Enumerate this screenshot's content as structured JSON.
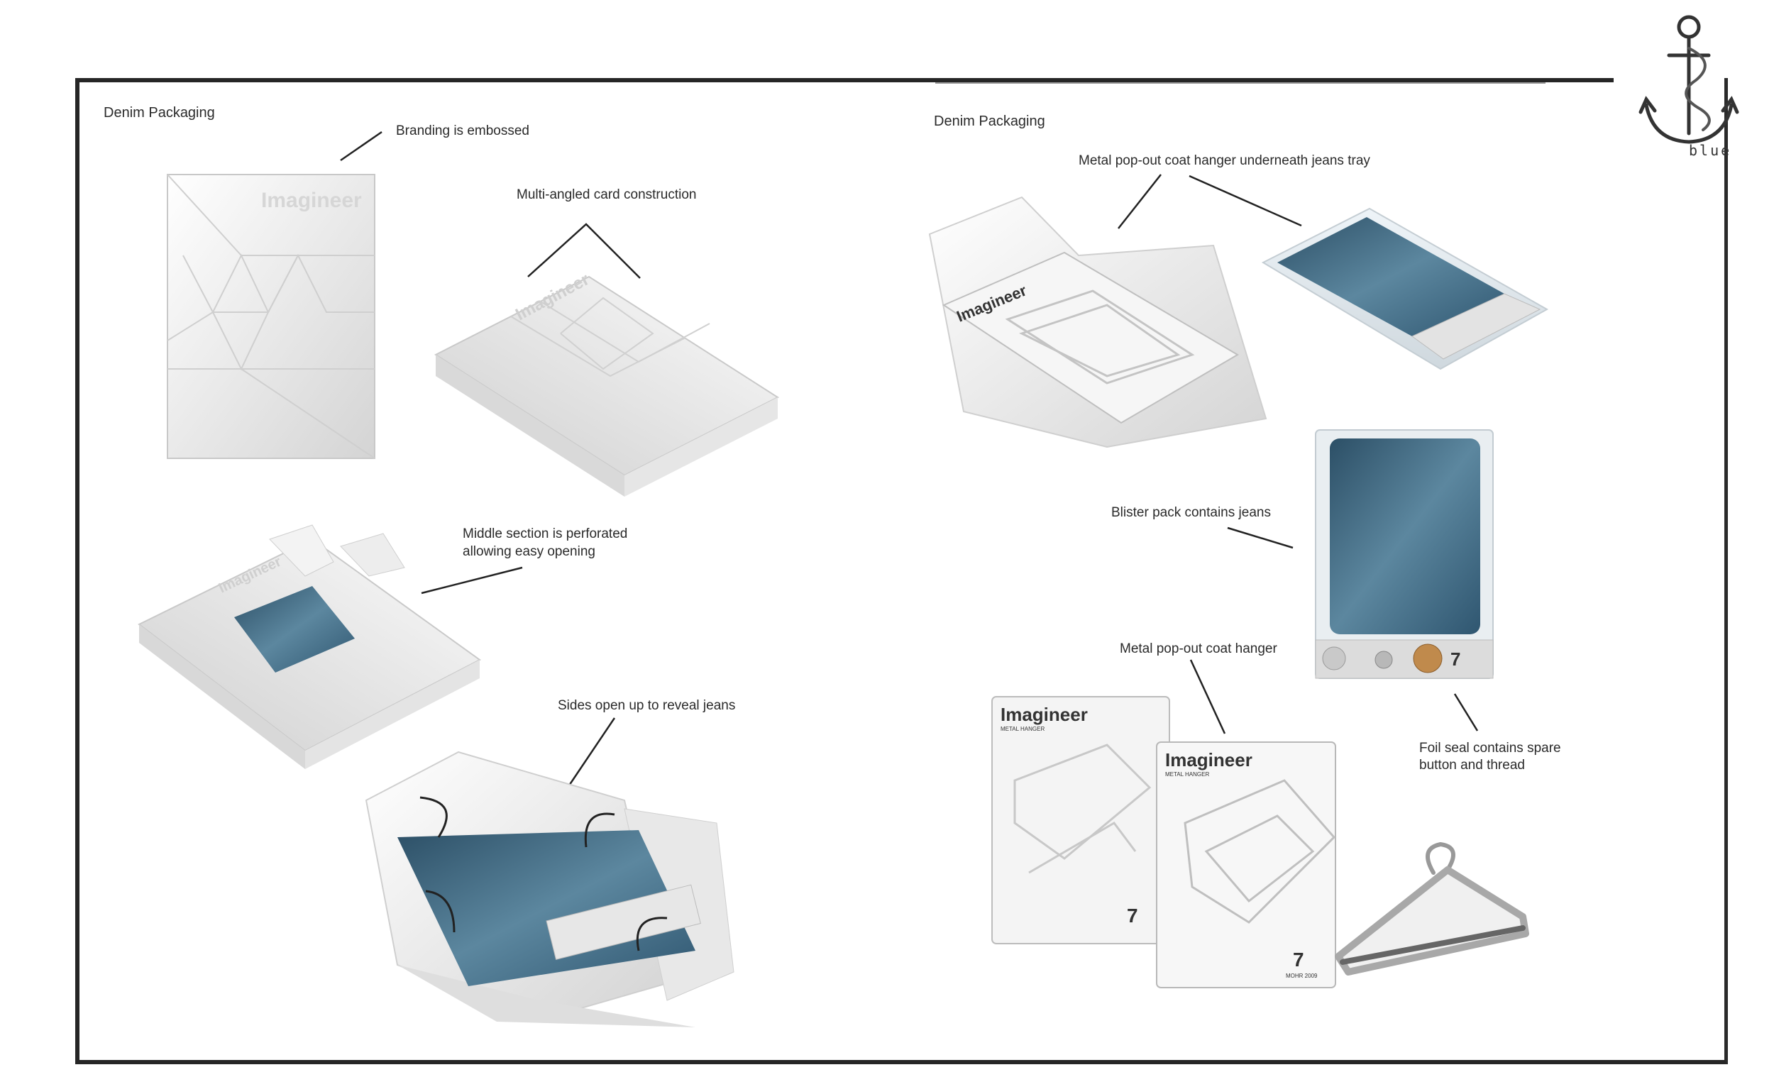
{
  "left_section_title": "Denim Packaging",
  "right_section_title": "Denim Packaging",
  "logo_text": "blue",
  "annotations": {
    "branding": "Branding is embossed",
    "multi_angled": "Multi-angled card construction",
    "middle_section_line1": "Middle section is perforated",
    "middle_section_line2": "allowing easy opening",
    "sides_open": "Sides open up to reveal jeans",
    "hanger_underneath": "Metal pop-out coat hanger underneath jeans tray",
    "blister": "Blister pack contains jeans",
    "popout_hanger": "Metal pop-out coat hanger",
    "foil_line1": "Foil seal contains spare",
    "foil_line2": "button and thread"
  },
  "brand_marks": {
    "embossed_brand": "Imagineer",
    "card_brand": "Imagineer",
    "card_sub": "METAL HANGER",
    "card_footer": "MOHR 2009"
  },
  "colors": {
    "frame": "#262626",
    "denim": "#3f6a85",
    "card": "#f1f1f1",
    "foil": "#d9d9d9"
  }
}
